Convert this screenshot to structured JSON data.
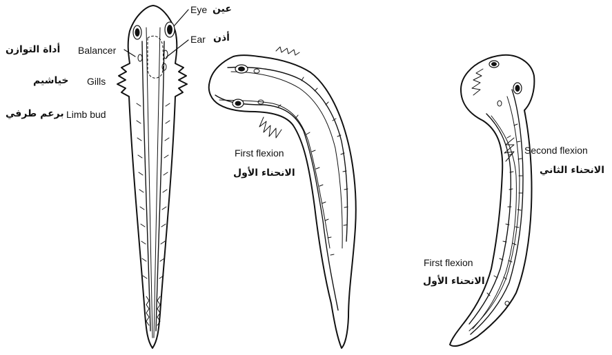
{
  "labels": {
    "eye_en": "Eye",
    "eye_ar": "عين",
    "ear_en": "Ear",
    "ear_ar": "أذن",
    "balancer_en": "Balancer",
    "balancer_ar": "أداة التوازن",
    "gills_en": "Gills",
    "gills_ar": "خياشيم",
    "limb_bud_en": "Limb bud",
    "limb_bud_ar": "برعم طرفي",
    "first_flexion_en": "First flexion",
    "first_flexion_ar": "الانحناء الأول",
    "second_flexion_en": "Second flexion",
    "second_flexion_ar": "الانحناء الثاني",
    "first_flexion_en_2": "First flexion",
    "first_flexion_ar_2": "الانحناء الأول"
  }
}
